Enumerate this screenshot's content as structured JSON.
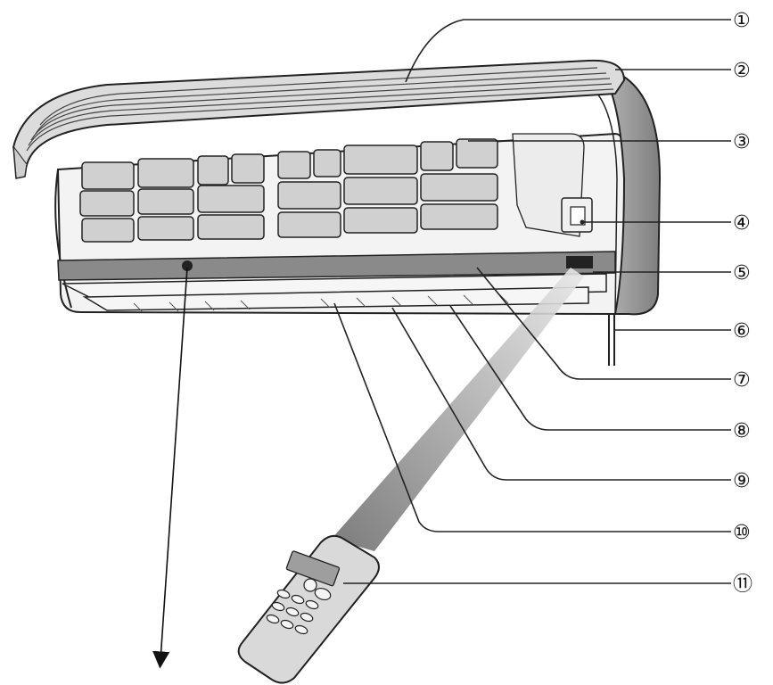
{
  "callouts": [
    {
      "id": "c1",
      "label": "①"
    },
    {
      "id": "c2",
      "label": "②"
    },
    {
      "id": "c3",
      "label": "③"
    },
    {
      "id": "c4",
      "label": "④"
    },
    {
      "id": "c5",
      "label": "⑤"
    },
    {
      "id": "c6",
      "label": "⑥"
    },
    {
      "id": "c7",
      "label": "⑦"
    },
    {
      "id": "c8",
      "label": "⑧"
    },
    {
      "id": "c9",
      "label": "⑨"
    },
    {
      "id": "c10",
      "label": "⑩"
    },
    {
      "id": "c11",
      "label": "⑪"
    }
  ],
  "colors": {
    "line": "#222222",
    "body": "#f2f2f2",
    "grille": "#bdbdbd",
    "strip": "#7a7a7a",
    "beam": "#9a9a9a"
  }
}
